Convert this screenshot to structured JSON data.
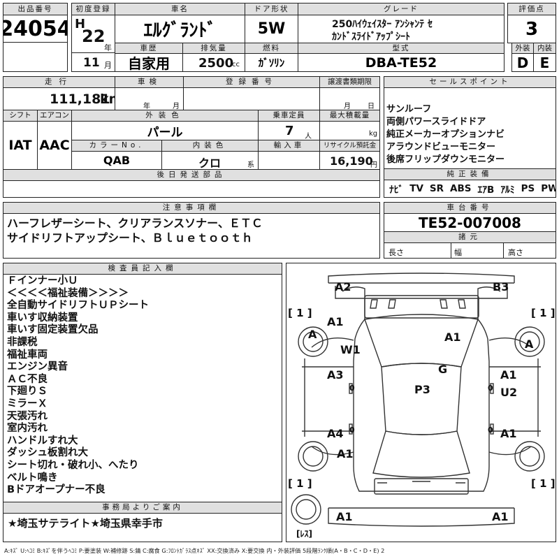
{
  "header": {
    "lot_label": "出品番号",
    "lot": "24054",
    "first_reg_label": "初度登録",
    "era": "H",
    "year": "22",
    "year_unit": "年",
    "month": "11",
    "month_unit": "月",
    "car_name_label": "車名",
    "car_name": "ｴﾙｸﾞﾗﾝﾄﾞ",
    "door_label": "ドア形状",
    "door": "5W",
    "grade_label": "グレード",
    "grade_line1": "250ﾊｲｳｪｲｽﾀｰ ｱﾝｼｬﾝﾃ ｾ",
    "grade_line2": "ｶﾝﾄﾞｽﾗｲﾄﾞｱｯﾌﾟｼｰﾄ",
    "score_label": "評価点",
    "score": "3",
    "history_label": "車歴",
    "history": "自家用",
    "displacement_label": "排気量",
    "displacement": "2500",
    "displacement_unit": "cc",
    "fuel_label": "燃料",
    "fuel": "ｶﾞｿﾘﾝ",
    "model_label": "型式",
    "model": "DBA-TE52",
    "exterior_label": "外装",
    "exterior": "D",
    "interior_label": "内装",
    "interior": "E"
  },
  "row2": {
    "mileage_label": "走行",
    "mileage": "111,181",
    "mileage_unit": "km",
    "inspection_label": "車検",
    "inspection_year_unit": "年",
    "inspection_month_unit": "月",
    "plate_label": "登録番号",
    "transfer_label": "譲渡書類期限",
    "transfer_month_unit": "月",
    "transfer_day_unit": "日",
    "sales_label": "セールスポイント",
    "sales_points": [
      "サンルーフ",
      "両側パワースライドドア",
      "純正メーカーオプションナビ",
      "アラウンドビューモニター",
      "後席フリップダウンモニター"
    ]
  },
  "row3": {
    "shift_label": "シフト",
    "shift": "IAT",
    "aircon_label": "エアコン",
    "aircon": "AAC",
    "color_label": "外装色",
    "color": "パール",
    "capacity_label": "乗車定員",
    "capacity": "7",
    "capacity_unit": "人",
    "load_label": "最大積載量",
    "load_unit": "kg",
    "color_no_label": "カラーNo.",
    "color_no": "QAB",
    "int_color_label": "内装色",
    "int_color": "クロ",
    "int_color_unit": "系",
    "import_label": "輸入車",
    "recycle_label": "リサイクル預託金",
    "recycle": "16,190",
    "recycle_unit": "円",
    "later_label": "後日発送部品",
    "equipment_label": "純正装備",
    "equipment": [
      "ﾅﾋﾞ",
      "TV",
      "SR",
      "ABS",
      "ｴｱB",
      "ｱﾙﾐ",
      "PS",
      "PW"
    ]
  },
  "notes": {
    "label": "注意事項欄",
    "line1": "ハーフレザーシート、クリアランスソナー、ＥＴＣ",
    "line2": "サイドリフトアップシート、Ｂｌｕｅｔｏｏｔｈ"
  },
  "chassis": {
    "label": "車台番号",
    "number": "TE52-007008",
    "dims_label": "諸元",
    "length_label": "長さ",
    "width_label": "幅",
    "height_label": "高さ"
  },
  "inspector": {
    "label": "検査員記入欄",
    "lines": [
      "Ｆインナー小Ｕ",
      "＜＜＜＜福祉装備＞＞＞＞",
      "全自動サイドリフトＵＰシート",
      "車いす収納装置",
      "車いす固定装置欠品",
      "非課税",
      "福祉車両",
      "エンジン異音",
      "ＡＣ不良",
      "下廻りＳ",
      "ミラーＸ",
      "天張汚れ",
      "室内汚れ",
      "ハンドルすれ大",
      "ダッシュ板割れ大",
      "シート切れ・破れ小、へたり",
      "ベルト鳴き",
      "Bドアオープナー不良"
    ]
  },
  "office": {
    "label": "事務局よりご案内",
    "text": "★埼玉サテライト★埼玉県幸手市"
  },
  "diagram": {
    "marks": [
      "A2",
      "B3",
      "A1",
      "A1",
      "W1",
      "A",
      "A",
      "G",
      "A3",
      "A1",
      "U2",
      "P3",
      "A4",
      "A1",
      "A1",
      "A1",
      "A1"
    ],
    "brackets": [
      "[ 1 ]",
      "[ 1 ]",
      "[ 1 ]",
      "[ 1 ]"
    ],
    "side_marks": [
      "0",
      "0",
      "0",
      "0"
    ],
    "spare": "[ﾚｽ]"
  },
  "legend": "A:ｷｽﾞ U:ﾍｺﾐ B:ｷｽﾞを伴うﾍｺﾐ P:要塗装 W:補修跡 S:錆 C:腐食 G:ﾌﾛﾝﾄｶﾞﾗｽ点ｷｽﾞ XX:交換済み X:要交換 内・外装評価 5段階ﾗﾝｸ順(A・B・C・D・E) 2"
}
